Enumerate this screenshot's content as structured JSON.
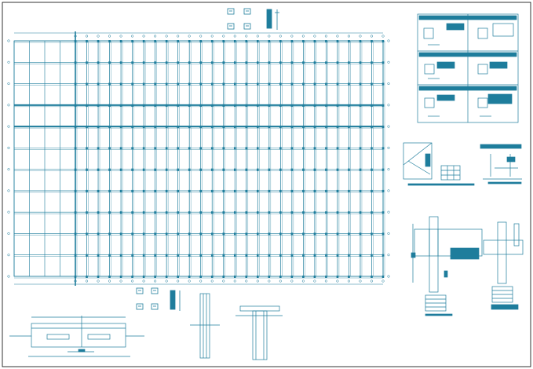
{
  "sheet": {
    "line_color": "#1e7d9c",
    "background": "#ffffff",
    "border_color": "#000000"
  },
  "plan": {
    "bay_count": 27,
    "row_count": 11,
    "strip_rows": [
      3,
      4
    ]
  },
  "icons": {
    "north_marker": "arrow-tick-icon",
    "section_marks": "section-mark-icon"
  }
}
